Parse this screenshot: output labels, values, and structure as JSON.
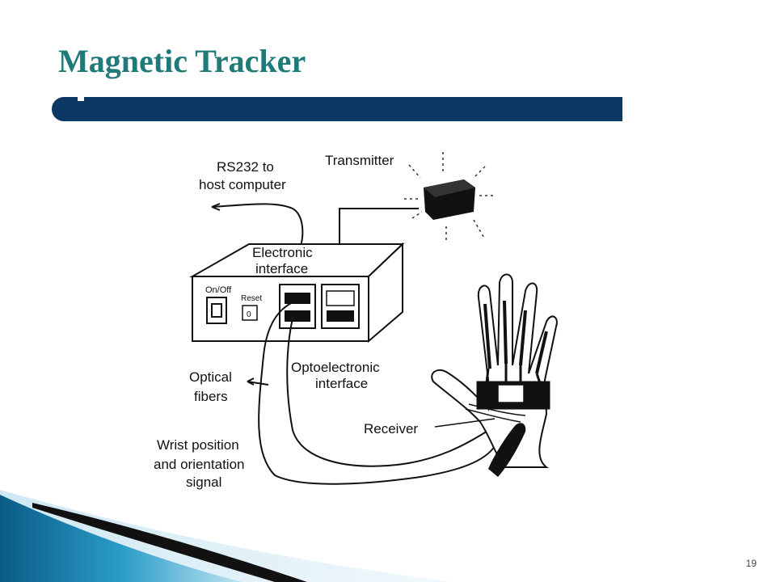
{
  "slide": {
    "title": "Magnetic Tracker",
    "page_number": "19"
  },
  "diagram": {
    "labels": {
      "rs232_line1": "RS232 to",
      "rs232_line2": "host computer",
      "transmitter": "Transmitter",
      "electronic_interface_line1": "Electronic",
      "electronic_interface_line2": "interface",
      "on_off": "On/Off",
      "reset": "Reset",
      "reset_key": "0",
      "optoelectronic_line1": "Optoelectronic",
      "optoelectronic_line2": "interface",
      "optical_fibers_line1": "Optical",
      "optical_fibers_line2": "fibers",
      "receiver": "Receiver",
      "wrist_line1": "Wrist  position",
      "wrist_line2": "and orientation",
      "wrist_line3": "signal"
    }
  },
  "colors": {
    "title": "#1f7a78",
    "title_bar": "#0c3866"
  }
}
